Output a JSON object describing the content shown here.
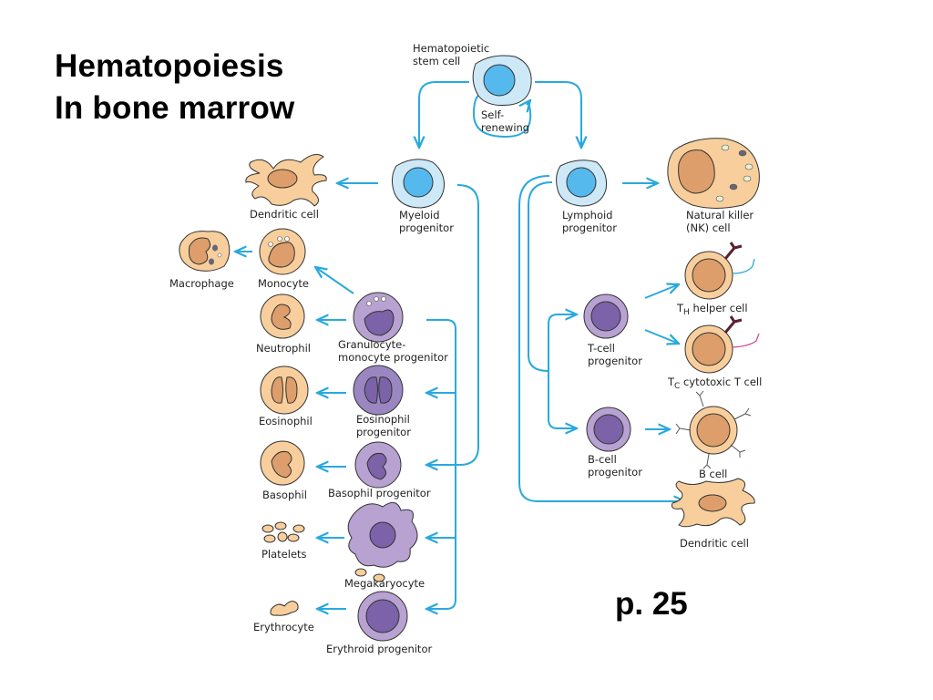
{
  "slide": {
    "title_line1": "Hematopoiesis",
    "title_line2": "In bone marrow",
    "page_ref": "p. 25"
  },
  "colors": {
    "arrow": "#29a9dd",
    "stem_cytoplasm": "#cde8f6",
    "stem_nucleus": "#55b9ee",
    "mature_cytoplasm": "#f8cf9c",
    "mature_nucleus": "#dd9e6c",
    "progenitor_cytoplasm": "#b7a2d2",
    "progenitor_nucleus": "#7c62a8"
  },
  "diagram": {
    "stem_cell": {
      "label_line1": "Hematopoietic",
      "label_line2": "stem cell",
      "self_renew_line1": "Self-",
      "self_renew_line2": "renewing"
    },
    "myeloid_progenitor": {
      "label_line1": "Myeloid",
      "label_line2": "progenitor"
    },
    "lymphoid_progenitor": {
      "label_line1": "Lymphoid",
      "label_line2": "progenitor"
    },
    "myeloid_products": {
      "dendritic_cell": "Dendritic cell",
      "macrophage": "Macrophage",
      "monocyte": "Monocyte",
      "neutrophil": "Neutrophil",
      "gm_progenitor_line1": "Granulocyte-",
      "gm_progenitor_line2": "monocyte progenitor",
      "eosinophil": "Eosinophil",
      "eosinophil_progenitor_line1": "Eosinophil",
      "eosinophil_progenitor_line2": "progenitor",
      "basophil": "Basophil",
      "basophil_progenitor": "Basophil progenitor",
      "platelets": "Platelets",
      "megakaryocyte": "Megakaryocyte",
      "erythrocyte": "Erythrocyte",
      "erythroid_progenitor": "Erythroid progenitor"
    },
    "lymphoid_products": {
      "nk_cell_line1": "Natural killer",
      "nk_cell_line2": "(NK) cell",
      "t_progenitor_line1": "T-cell",
      "t_progenitor_line2": "progenitor",
      "th_prefix": "T",
      "th_sub": "H",
      "th_rest": " helper cell",
      "tc_prefix": "T",
      "tc_sub": "C",
      "tc_rest": " cytotoxic T cell",
      "b_progenitor_line1": "B-cell",
      "b_progenitor_line2": "progenitor",
      "b_cell": "B cell",
      "dendritic_cell": "Dendritic cell"
    }
  }
}
